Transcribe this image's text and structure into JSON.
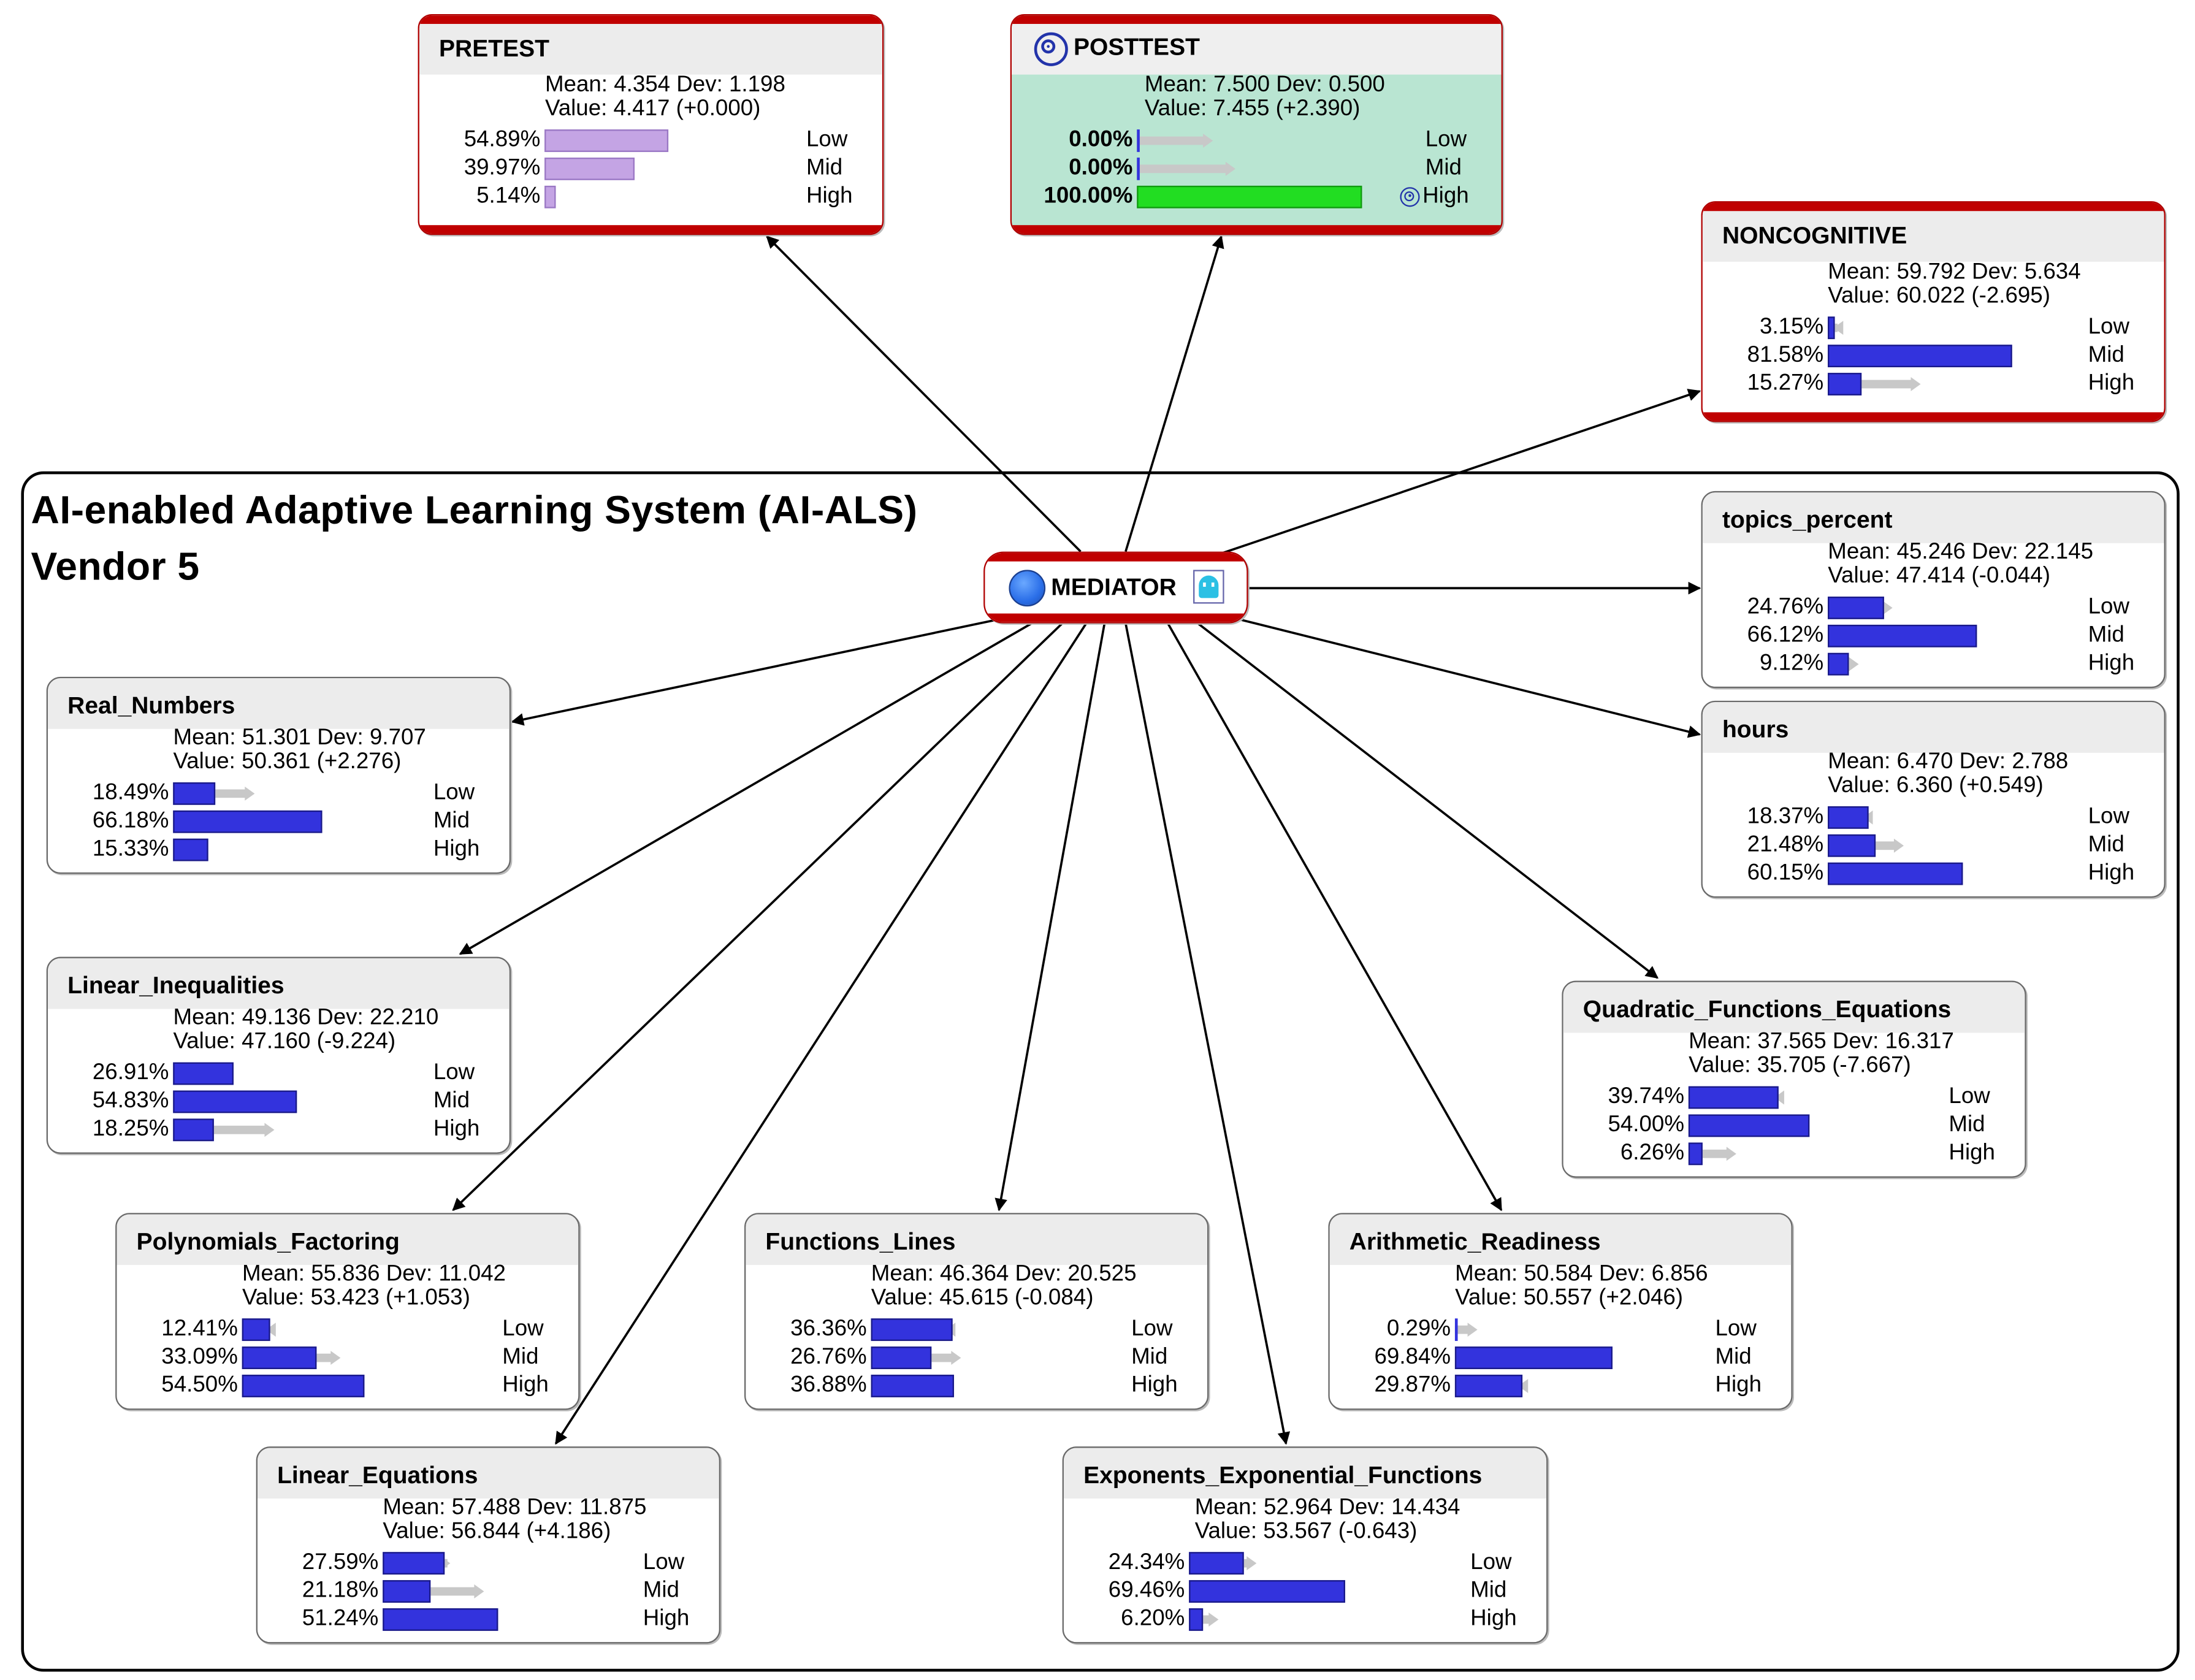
{
  "group": {
    "title": "AI-enabled Adaptive Learning System (AI-ALS)\nVendor 5"
  },
  "colors": {
    "bar_fill": "#3333dd",
    "bar_fill_pretest": "#c4a4e4",
    "bar_fill_evidence": "#22dd22",
    "evidence_node_bg": "#b9e5d2",
    "highlight_border": "#c00000",
    "arrow_shadow": "#c8c8c8"
  },
  "mediator": {
    "title": "MEDIATOR",
    "icons": [
      "circle-icon",
      "ghost-icon"
    ]
  },
  "nodes": [
    {
      "id": "pretest",
      "title": "PRETEST",
      "mean": "Mean: 4.354 Dev: 1.198",
      "value": "Value: 4.417 (+0.000)",
      "states": [
        {
          "pct": "54.89%",
          "label": "Low",
          "fraction": 0.5489,
          "shadow": 0
        },
        {
          "pct": "39.97%",
          "label": "Mid",
          "fraction": 0.3997,
          "shadow": 0
        },
        {
          "pct": "5.14%",
          "label": "High",
          "fraction": 0.0514,
          "shadow": 0
        }
      ]
    },
    {
      "id": "posttest",
      "title": "POSTTEST",
      "mean": "Mean: 7.500 Dev: 0.500",
      "value": "Value: 7.455 (+2.390)",
      "states": [
        {
          "pct": "0.00%",
          "label": "Low",
          "fraction": 0.0,
          "shadow": 0.3405
        },
        {
          "pct": "0.00%",
          "label": "Mid",
          "fraction": 0.0,
          "shadow": 0.4364
        },
        {
          "pct": "100.00%",
          "label": "High",
          "fraction": 1.0,
          "shadow": 0.2231
        }
      ]
    },
    {
      "id": "noncognitive",
      "title": "NONCOGNITIVE",
      "mean": "Mean: 59.792 Dev: 5.634",
      "value": "Value: 60.022 (-2.695)",
      "states": [
        {
          "pct": "3.15%",
          "label": "Low",
          "fraction": 0.0315,
          "shadow": 0.03
        },
        {
          "pct": "81.58%",
          "label": "Mid",
          "fraction": 0.8158,
          "shadow": 0.56
        },
        {
          "pct": "15.27%",
          "label": "High",
          "fraction": 0.1527,
          "shadow": 0.41
        }
      ]
    },
    {
      "id": "topics_percent",
      "title": "topics_percent",
      "mean": "Mean: 45.246 Dev: 22.145",
      "value": "Value: 47.414 (-0.044)",
      "states": [
        {
          "pct": "24.76%",
          "label": "Low",
          "fraction": 0.2476,
          "shadow": 0.29
        },
        {
          "pct": "66.12%",
          "label": "Mid",
          "fraction": 0.6612,
          "shadow": 0.62
        },
        {
          "pct": "9.12%",
          "label": "High",
          "fraction": 0.0912,
          "shadow": 0.14
        }
      ]
    },
    {
      "id": "hours",
      "title": "hours",
      "mean": "Mean: 6.470 Dev: 2.788",
      "value": "Value: 6.360 (+0.549)",
      "states": [
        {
          "pct": "18.37%",
          "label": "Low",
          "fraction": 0.1837,
          "shadow": 0.16
        },
        {
          "pct": "21.48%",
          "label": "Mid",
          "fraction": 0.2148,
          "shadow": 0.34
        },
        {
          "pct": "60.15%",
          "label": "High",
          "fraction": 0.6015,
          "shadow": 0.5
        }
      ]
    },
    {
      "id": "real_numbers",
      "title": "Real_Numbers",
      "mean": "Mean: 51.301 Dev: 9.707",
      "value": "Value: 50.361 (+2.276)",
      "states": [
        {
          "pct": "18.49%",
          "label": "Low",
          "fraction": 0.1849,
          "shadow": 0.36
        },
        {
          "pct": "66.18%",
          "label": "Mid",
          "fraction": 0.6618,
          "shadow": 0.55
        },
        {
          "pct": "15.33%",
          "label": "High",
          "fraction": 0.1533,
          "shadow": 0.09
        }
      ]
    },
    {
      "id": "linear_inequalities",
      "title": "Linear_Inequalities",
      "mean": "Mean: 49.136 Dev: 22.210",
      "value": "Value: 47.160 (-9.224)",
      "states": [
        {
          "pct": "26.91%",
          "label": "Low",
          "fraction": 0.2691,
          "shadow": 0.17
        },
        {
          "pct": "54.83%",
          "label": "Mid",
          "fraction": 0.5483,
          "shadow": 0.33
        },
        {
          "pct": "18.25%",
          "label": "High",
          "fraction": 0.1825,
          "shadow": 0.45
        }
      ]
    },
    {
      "id": "polynomials_factoring",
      "title": "Polynomials_Factoring",
      "mean": "Mean: 55.836 Dev: 11.042",
      "value": "Value: 53.423 (+1.053)",
      "states": [
        {
          "pct": "12.41%",
          "label": "Low",
          "fraction": 0.1241,
          "shadow": 0.11
        },
        {
          "pct": "33.09%",
          "label": "Mid",
          "fraction": 0.3309,
          "shadow": 0.44
        },
        {
          "pct": "54.50%",
          "label": "High",
          "fraction": 0.545,
          "shadow": 0.45
        }
      ]
    },
    {
      "id": "functions_lines",
      "title": "Functions_Lines",
      "mean": "Mean: 46.364 Dev: 20.525",
      "value": "Value: 45.615 (-0.084)",
      "states": [
        {
          "pct": "36.36%",
          "label": "Low",
          "fraction": 0.3636,
          "shadow": 0.34
        },
        {
          "pct": "26.76%",
          "label": "Mid",
          "fraction": 0.2676,
          "shadow": 0.4
        },
        {
          "pct": "36.88%",
          "label": "High",
          "fraction": 0.3688,
          "shadow": 0.3
        }
      ]
    },
    {
      "id": "arithmetic_readiness",
      "title": "Arithmetic_Readiness",
      "mean": "Mean: 50.584 Dev: 6.856",
      "value": "Value: 50.557 (+2.046)",
      "states": [
        {
          "pct": "0.29%",
          "label": "Low",
          "fraction": 0.0029,
          "shadow": 0.1
        },
        {
          "pct": "69.84%",
          "label": "Mid",
          "fraction": 0.6984,
          "shadow": 0.6
        },
        {
          "pct": "29.87%",
          "label": "High",
          "fraction": 0.2987,
          "shadow": 0.29
        }
      ]
    },
    {
      "id": "quadratic_functions_equations",
      "title": "Quadratic_Functions_Equations",
      "mean": "Mean: 37.565 Dev: 16.317",
      "value": "Value: 35.705 (-7.667)",
      "states": [
        {
          "pct": "39.74%",
          "label": "Low",
          "fraction": 0.3974,
          "shadow": 0.39
        },
        {
          "pct": "54.00%",
          "label": "Mid",
          "fraction": 0.54,
          "shadow": 0.46
        },
        {
          "pct": "6.26%",
          "label": "High",
          "fraction": 0.0626,
          "shadow": 0.21
        }
      ]
    },
    {
      "id": "linear_equations",
      "title": "Linear_Equations",
      "mean": "Mean: 57.488 Dev: 11.875",
      "value": "Value: 56.844 (+4.186)",
      "states": [
        {
          "pct": "27.59%",
          "label": "Low",
          "fraction": 0.2759,
          "shadow": 0.3
        },
        {
          "pct": "21.18%",
          "label": "Mid",
          "fraction": 0.2118,
          "shadow": 0.45
        },
        {
          "pct": "51.24%",
          "label": "High",
          "fraction": 0.5124,
          "shadow": 0.25
        }
      ]
    },
    {
      "id": "exponents_exponential_functions",
      "title": "Exponents_Exponential_Functions",
      "mean": "Mean: 52.964 Dev: 14.434",
      "value": "Value: 53.567 (-0.643)",
      "states": [
        {
          "pct": "24.34%",
          "label": "Low",
          "fraction": 0.2434,
          "shadow": 0.3
        },
        {
          "pct": "69.46%",
          "label": "Mid",
          "fraction": 0.6946,
          "shadow": 0.57
        },
        {
          "pct": "6.20%",
          "label": "High",
          "fraction": 0.062,
          "shadow": 0.13
        }
      ]
    }
  ]
}
